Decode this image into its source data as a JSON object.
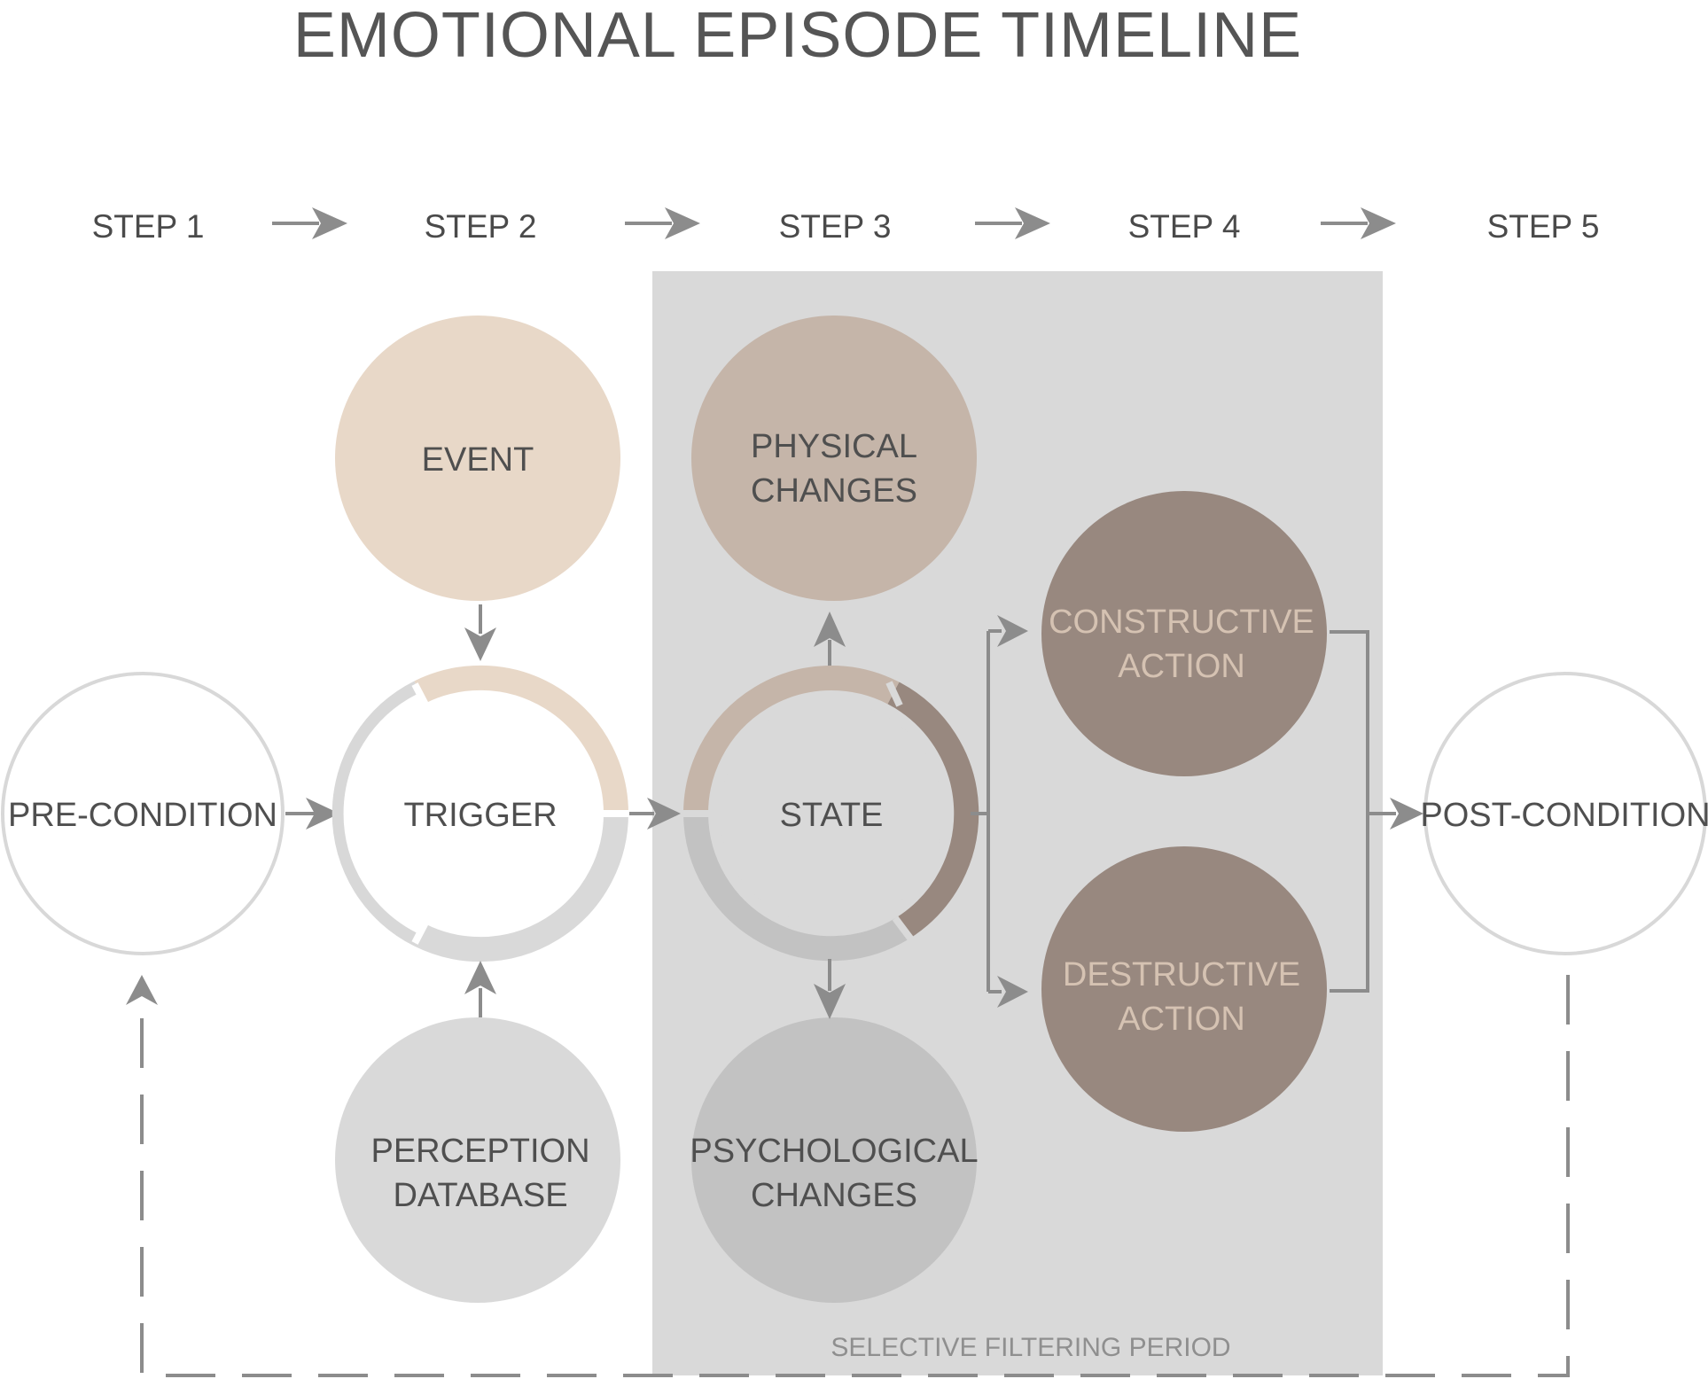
{
  "title": "EMOTIONAL EPISODE TIMELINE",
  "steps": [
    "STEP 1",
    "STEP 2",
    "STEP 3",
    "STEP 4",
    "STEP 5"
  ],
  "band_label": "SELECTIVE FILTERING PERIOD",
  "nodes": {
    "pre_condition": "PRE-CONDITION",
    "event": "EVENT",
    "trigger": "TRIGGER",
    "perception_database": [
      "PERCEPTION",
      "DATABASE"
    ],
    "physical_changes": [
      "PHYSICAL",
      "CHANGES"
    ],
    "state": "STATE",
    "psychological_changes": [
      "PSYCHOLOGICAL",
      "CHANGES"
    ],
    "constructive_action": [
      "CONSTRUCTIVE",
      "ACTION"
    ],
    "destructive_action": [
      "DESTRUCTIVE",
      "ACTION"
    ],
    "post_condition": "POST-CONDITION"
  },
  "colors": {
    "event": "#e8d8c8",
    "physical": "#c5b5a9",
    "action": "#98887f",
    "psychological": "#c2c2c2",
    "perception": "#d9d9d9",
    "band": "#d9d9d9",
    "outline": "#d8d8d8",
    "arrow": "#8c8c8c"
  }
}
